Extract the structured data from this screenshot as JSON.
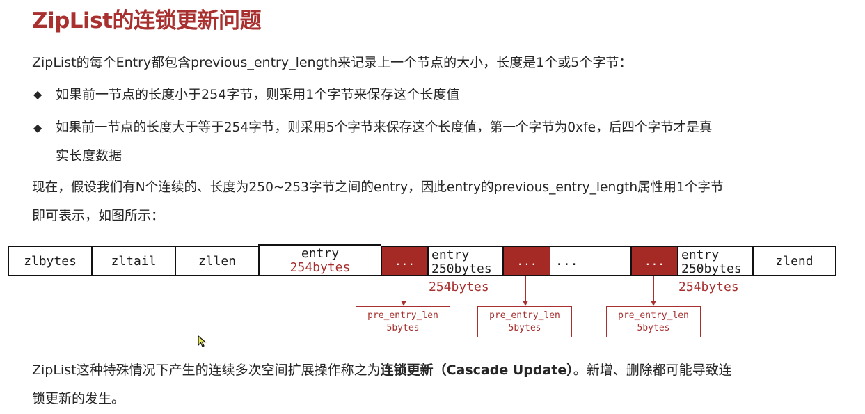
{
  "title": "ZipList的连锁更新问题",
  "intro": "ZipList的每个Entry都包含previous_entry_length来记录上一个节点的大小，长度是1个或5个字节：",
  "bullets": [
    {
      "symbol": "◆",
      "line1": "如果前一节点的长度小于254字节，则采用1个字节来保存这个长度值",
      "line2": ""
    },
    {
      "symbol": "◆",
      "line1": "如果前一节点的长度大于等于254字节，则采用5个字节来保存这个长度值，第一个字节为0xfe，后四个字节才是真",
      "line2": "实长度数据"
    }
  ],
  "assumption": {
    "line1": "现在，假设我们有N个连续的、长度为250~253字节之间的entry，因此entry的previous_entry_length属性用1个字节",
    "line2": "即可表示，如图所示："
  },
  "diagram": {
    "cells": {
      "zlbytes": "zlbytes",
      "zltail": "zltail",
      "zllen": "zllen",
      "entry1_top": "entry",
      "entry1_size": "254bytes",
      "red1": "...",
      "entry2_top": "entry",
      "entry2_old": "250bytes",
      "red2": "...",
      "gap": "...",
      "red3": "...",
      "entry3_top": "entry",
      "entry3_old": "250bytes",
      "zlend": "zlend"
    },
    "new_size_1": "254bytes",
    "new_size_2": "254bytes",
    "pre_boxes": [
      {
        "line1": "pre_entry_len",
        "line2": "5bytes"
      },
      {
        "line1": "pre_entry_len",
        "line2": "5bytes"
      },
      {
        "line1": "pre_entry_len",
        "line2": "5bytes"
      }
    ]
  },
  "conclusion": {
    "before": "ZipList这种特殊情况下产生的连续多次空间扩展操作称之为",
    "bold": "连锁更新（Cascade Update）",
    "after": "。新增、删除都可能导致连",
    "line2": "锁更新的发生。"
  },
  "colors": {
    "accent": "#a8302f",
    "block": "#a52a26"
  }
}
